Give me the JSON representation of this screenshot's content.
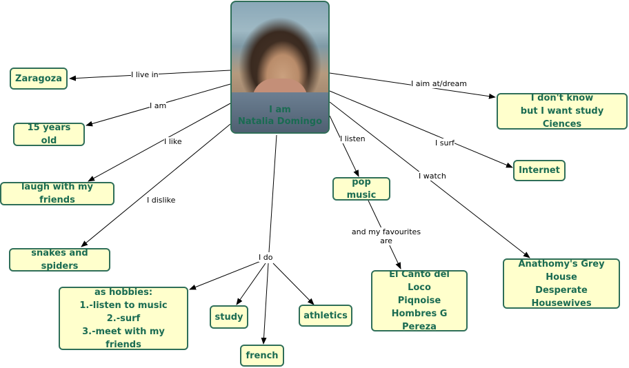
{
  "center_node": {
    "text": "I am\nNatalia Domingo"
  },
  "nodes": {
    "zaragoza": "Zaragoza",
    "age": "15 years old",
    "laugh": "laugh with my friends",
    "snakes": "snakes and spiders",
    "hobbies": "as hobbies:\n1.-listen to music\n2.-surf\n3.-meet with my friends",
    "study": "study",
    "french": "french",
    "athletics": "athletics",
    "pop_music": "pop music",
    "favourites": "El Canto del Loco\nPiqnoise\nHombres G\nPereza",
    "dream": "I don't know\nbut I want study Ciences",
    "internet": "Internet",
    "tv": "Anathomy's Grey\nHouse\nDesperate Housewives"
  },
  "edge_labels": {
    "live_in": "I live in",
    "am": "I am",
    "like": "I like",
    "dislike": "I dislike",
    "do": "I do",
    "listen": "I listen",
    "favourites_are": "and my favourites\nare",
    "aim": "I aim at/dream",
    "surf": "I surf",
    "watch": "I watch"
  }
}
